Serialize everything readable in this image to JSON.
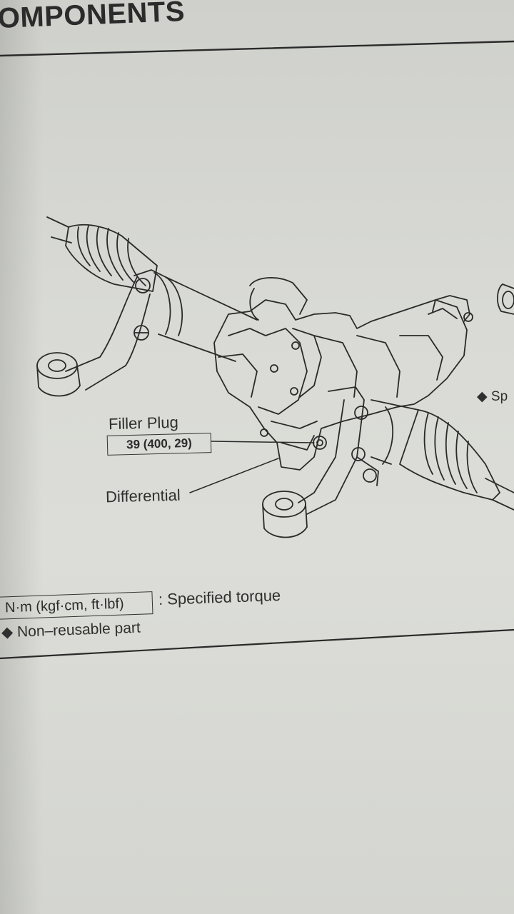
{
  "header": {
    "title": "OMPONENTS"
  },
  "diagram": {
    "filler_plug_label": "Filler Plug",
    "filler_plug_torque": "39 (400, 29)",
    "differential_label": "Differential",
    "right_edge_label": "◆ Sp"
  },
  "legend": {
    "torque_units": "N·m (kgf·cm, ft·lbf)",
    "torque_text": ": Specified torque",
    "nonreusable_text": "◆ Non–reusable part"
  },
  "colors": {
    "paper": "#d9dad5",
    "ink": "#2f2f2f"
  }
}
